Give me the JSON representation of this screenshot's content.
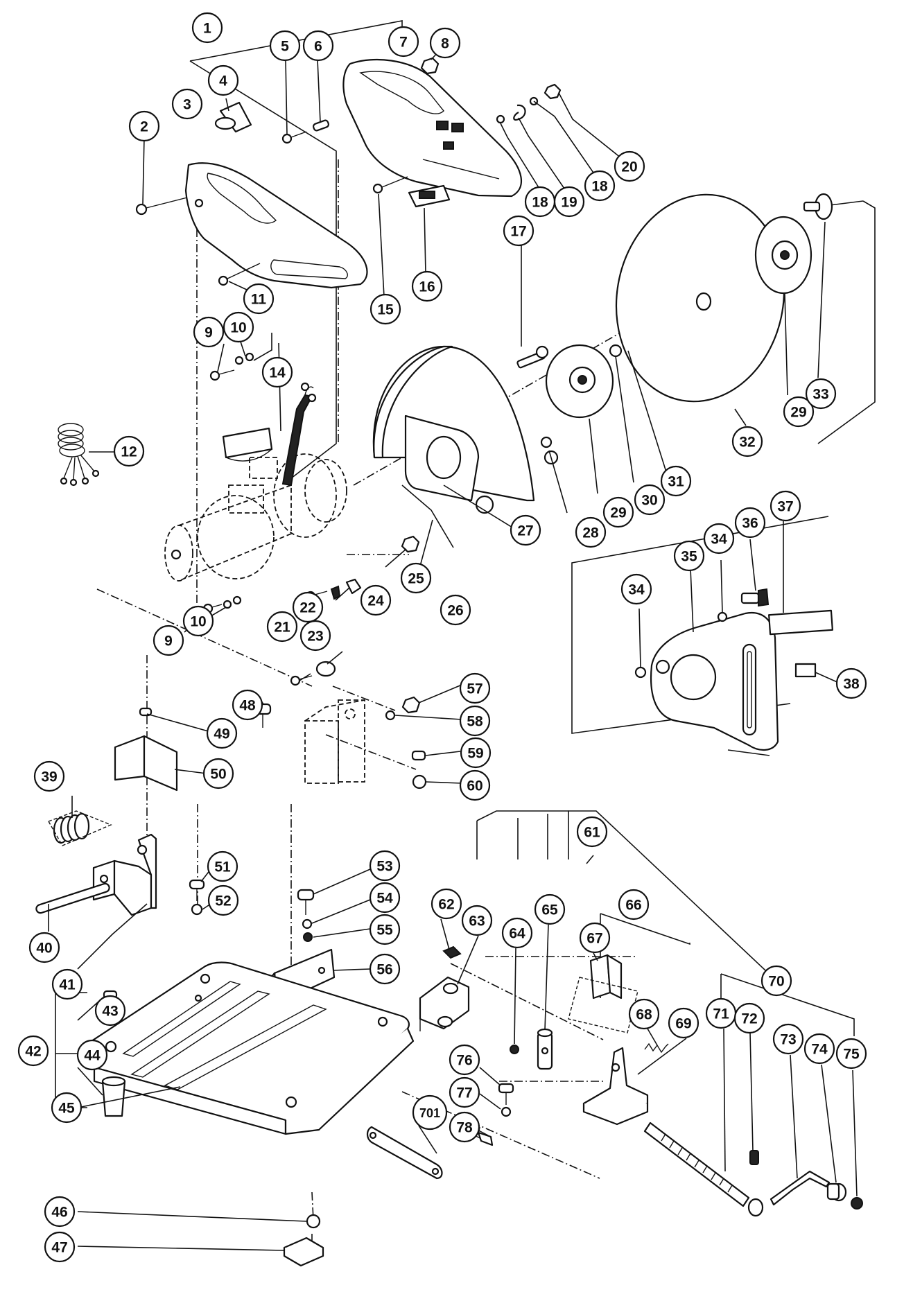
{
  "diagram": {
    "callouts": [
      {
        "id": "c1",
        "label": "1"
      },
      {
        "id": "c2",
        "label": "2"
      },
      {
        "id": "c3",
        "label": "3"
      },
      {
        "id": "c4",
        "label": "4"
      },
      {
        "id": "c5",
        "label": "5"
      },
      {
        "id": "c6",
        "label": "6"
      },
      {
        "id": "c7",
        "label": "7"
      },
      {
        "id": "c8",
        "label": "8"
      },
      {
        "id": "c9a",
        "label": "9"
      },
      {
        "id": "c10a",
        "label": "10"
      },
      {
        "id": "c11",
        "label": "11"
      },
      {
        "id": "c12",
        "label": "12"
      },
      {
        "id": "c14",
        "label": "14"
      },
      {
        "id": "c15",
        "label": "15"
      },
      {
        "id": "c16",
        "label": "16"
      },
      {
        "id": "c17",
        "label": "17"
      },
      {
        "id": "c18a",
        "label": "18"
      },
      {
        "id": "c18b",
        "label": "18"
      },
      {
        "id": "c19",
        "label": "19"
      },
      {
        "id": "c20",
        "label": "20"
      },
      {
        "id": "c29a",
        "label": "29"
      },
      {
        "id": "c33",
        "label": "33"
      },
      {
        "id": "c32",
        "label": "32"
      },
      {
        "id": "c28",
        "label": "28"
      },
      {
        "id": "c29b",
        "label": "29"
      },
      {
        "id": "c30",
        "label": "30"
      },
      {
        "id": "c31",
        "label": "31"
      },
      {
        "id": "c27",
        "label": "27"
      },
      {
        "id": "c25",
        "label": "25"
      },
      {
        "id": "c26",
        "label": "26"
      },
      {
        "id": "c24",
        "label": "24"
      },
      {
        "id": "c23",
        "label": "23"
      },
      {
        "id": "c22",
        "label": "22"
      },
      {
        "id": "c21",
        "label": "21"
      },
      {
        "id": "c9b",
        "label": "9"
      },
      {
        "id": "c10b",
        "label": "10"
      },
      {
        "id": "c37",
        "label": "37"
      },
      {
        "id": "c36",
        "label": "36"
      },
      {
        "id": "c34a",
        "label": "34"
      },
      {
        "id": "c35",
        "label": "35"
      },
      {
        "id": "c34b",
        "label": "34"
      },
      {
        "id": "c38",
        "label": "38"
      },
      {
        "id": "c57",
        "label": "57"
      },
      {
        "id": "c58",
        "label": "58"
      },
      {
        "id": "c59",
        "label": "59"
      },
      {
        "id": "c60",
        "label": "60"
      },
      {
        "id": "c48",
        "label": "48"
      },
      {
        "id": "c49",
        "label": "49"
      },
      {
        "id": "c50",
        "label": "50"
      },
      {
        "id": "c39",
        "label": "39"
      },
      {
        "id": "c40",
        "label": "40"
      },
      {
        "id": "c41",
        "label": "41"
      },
      {
        "id": "c51",
        "label": "51"
      },
      {
        "id": "c52",
        "label": "52"
      },
      {
        "id": "c53",
        "label": "53"
      },
      {
        "id": "c54",
        "label": "54"
      },
      {
        "id": "c55",
        "label": "55"
      },
      {
        "id": "c56",
        "label": "56"
      },
      {
        "id": "c42",
        "label": "42"
      },
      {
        "id": "c43",
        "label": "43"
      },
      {
        "id": "c44",
        "label": "44"
      },
      {
        "id": "c45",
        "label": "45"
      },
      {
        "id": "c46",
        "label": "46"
      },
      {
        "id": "c47",
        "label": "47"
      },
      {
        "id": "c701",
        "label": "701"
      },
      {
        "id": "c61",
        "label": "61"
      },
      {
        "id": "c62",
        "label": "62"
      },
      {
        "id": "c63",
        "label": "63"
      },
      {
        "id": "c64",
        "label": "64"
      },
      {
        "id": "c65",
        "label": "65"
      },
      {
        "id": "c66",
        "label": "66"
      },
      {
        "id": "c67",
        "label": "67"
      },
      {
        "id": "c68",
        "label": "68"
      },
      {
        "id": "c69",
        "label": "69"
      },
      {
        "id": "c70",
        "label": "70"
      },
      {
        "id": "c71",
        "label": "71"
      },
      {
        "id": "c72",
        "label": "72"
      },
      {
        "id": "c73",
        "label": "73"
      },
      {
        "id": "c74",
        "label": "74"
      },
      {
        "id": "c75",
        "label": "75"
      },
      {
        "id": "c76",
        "label": "76"
      },
      {
        "id": "c77",
        "label": "77"
      },
      {
        "id": "c78",
        "label": "78"
      }
    ]
  }
}
